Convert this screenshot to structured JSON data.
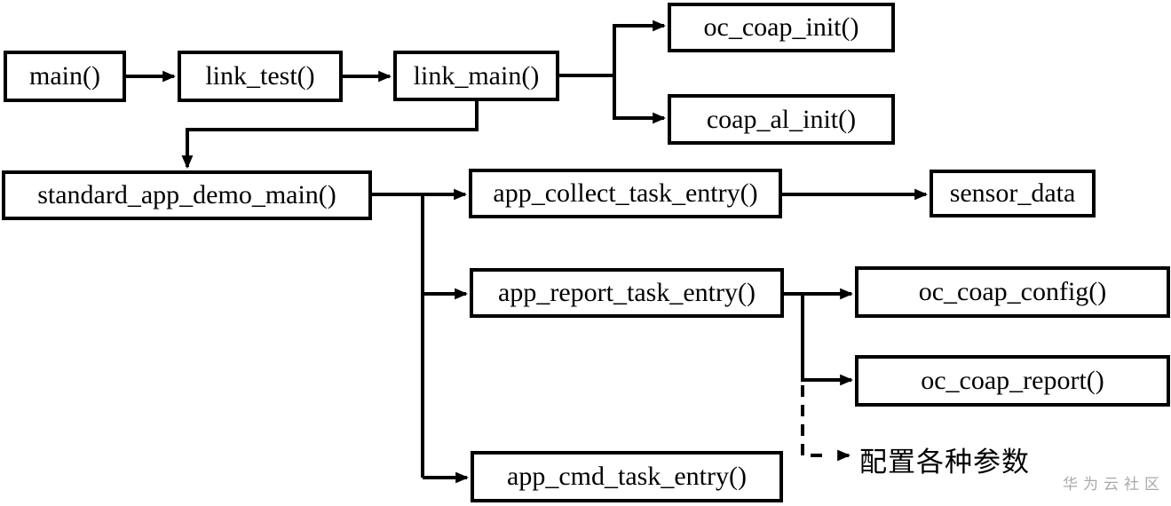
{
  "diagram": {
    "nodes": {
      "main": {
        "label": "main()"
      },
      "link_test": {
        "label": "link_test()"
      },
      "link_main": {
        "label": "link_main()"
      },
      "oc_coap_init": {
        "label": "oc_coap_init()"
      },
      "coap_al_init": {
        "label": "coap_al_init()"
      },
      "standard": {
        "label": "standard_app_demo_main()"
      },
      "app_collect": {
        "label": "app_collect_task_entry()"
      },
      "sensor_data": {
        "label": "sensor_data"
      },
      "app_report": {
        "label": "app_report_task_entry()"
      },
      "oc_coap_config": {
        "label": "oc_coap_config()"
      },
      "oc_coap_report": {
        "label": "oc_coap_report()"
      },
      "app_cmd": {
        "label": "app_cmd_task_entry()"
      }
    },
    "edges": [
      {
        "from": "main()",
        "to": "link_test()",
        "style": "solid-arrow"
      },
      {
        "from": "link_test()",
        "to": "link_main()",
        "style": "solid-arrow"
      },
      {
        "from": "link_main()",
        "to": "oc_coap_init()",
        "style": "solid-arrow"
      },
      {
        "from": "link_main()",
        "to": "coap_al_init()",
        "style": "solid-arrow"
      },
      {
        "from": "link_main()",
        "to": "standard_app_demo_main()",
        "style": "solid-arrow"
      },
      {
        "from": "standard_app_demo_main()",
        "to": "app_collect_task_entry()",
        "style": "solid-arrow"
      },
      {
        "from": "standard_app_demo_main()",
        "to": "app_report_task_entry()",
        "style": "solid-arrow"
      },
      {
        "from": "standard_app_demo_main()",
        "to": "app_cmd_task_entry()",
        "style": "solid-arrow"
      },
      {
        "from": "app_collect_task_entry()",
        "to": "sensor_data",
        "style": "solid-arrow"
      },
      {
        "from": "app_report_task_entry()",
        "to": "oc_coap_config()",
        "style": "solid-arrow"
      },
      {
        "from": "app_report_task_entry()",
        "to": "oc_coap_report()",
        "style": "solid-arrow"
      },
      {
        "from": "app_report_task_entry()",
        "to": "配置各种参数",
        "style": "dashed-arrow"
      }
    ],
    "annotation": {
      "label": "配置各种参数"
    },
    "watermark": {
      "label": "华为云社区"
    },
    "colors": {
      "line": "#000000",
      "box_fill": "#ffffff",
      "watermark": "#a9a9a9"
    }
  }
}
